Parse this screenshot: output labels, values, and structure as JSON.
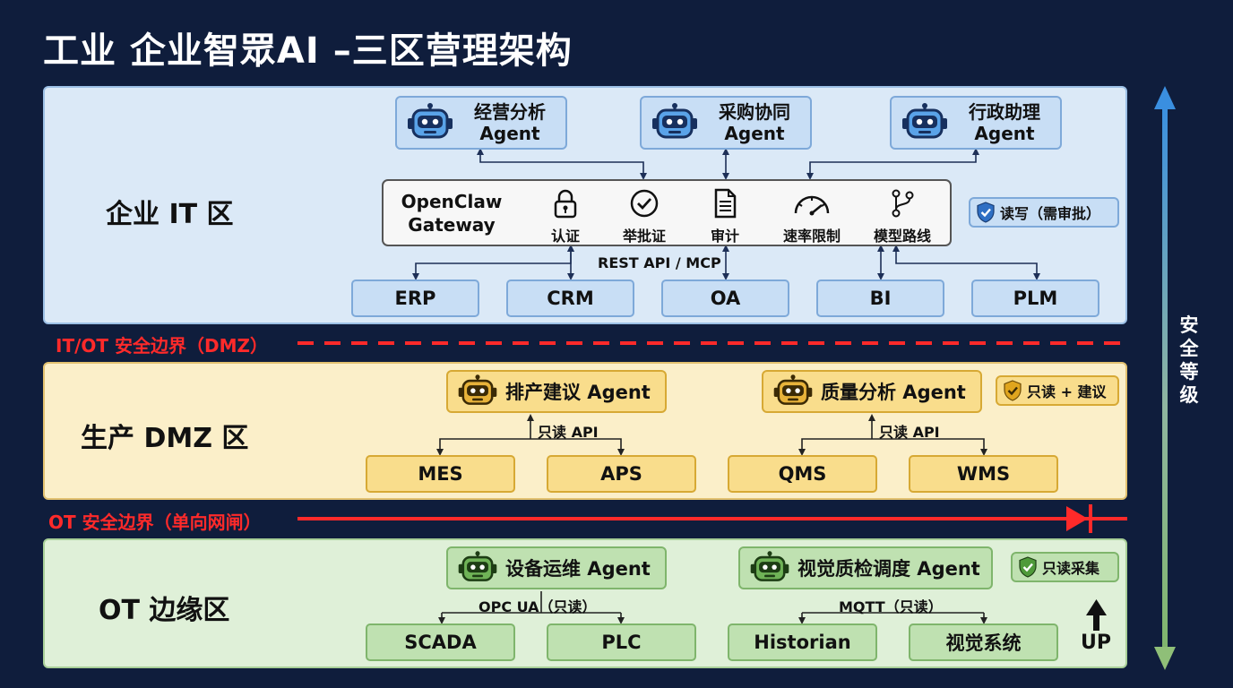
{
  "title": "工业 企业智眾AI –三区营理架构",
  "zones": {
    "it": {
      "label": "企业 IT 区",
      "badge": "读写（需审批）"
    },
    "dmz": {
      "label": "生产 DMZ 区",
      "badge": "只读 + 建议"
    },
    "ot": {
      "label": "OT 边缘区",
      "badge": "只读采集"
    }
  },
  "it_agents": [
    {
      "line1": "经营分析",
      "line2": "Agent"
    },
    {
      "line1": "采购协同",
      "line2": "Agent"
    },
    {
      "line1": "行政助理",
      "line2": "Agent"
    }
  ],
  "gateway": {
    "name_line1": "OpenClaw",
    "name_line2": "Gateway",
    "features": [
      {
        "label": "认证",
        "icon": "lock-icon"
      },
      {
        "label": "举批证",
        "icon": "check-circle-icon"
      },
      {
        "label": "审计",
        "icon": "document-icon"
      },
      {
        "label": "速率限制",
        "icon": "speedometer-icon"
      },
      {
        "label": "模型路线",
        "icon": "branch-icon"
      }
    ]
  },
  "it_connection": "REST API / MCP",
  "it_systems": [
    "ERP",
    "CRM",
    "OA",
    "BI",
    "PLM"
  ],
  "boundary1": "IT/OT 安全边界（DMZ）",
  "dmz_agents": [
    "排产建议 Agent",
    "质量分析 Agent"
  ],
  "dmz_connections": [
    "只读 API",
    "只读 API"
  ],
  "dmz_systems": [
    "MES",
    "APS",
    "QMS",
    "WMS"
  ],
  "boundary2": "OT 安全边界（单向网闸）",
  "ot_agents": [
    "设备运维 Agent",
    "视觉质检调度 Agent"
  ],
  "ot_connections": [
    "OPC UA（只读）",
    "MQTT（只读）"
  ],
  "ot_systems": [
    "SCADA",
    "PLC",
    "Historian",
    "视觉系统"
  ],
  "up_label": "UP",
  "side_label": "安全等级",
  "colors": {
    "background": "#0f1d3c",
    "boundary_red": "#ff2a2a",
    "it_zone": "#dbe9f7",
    "dmz_zone": "#fbefc9",
    "ot_zone": "#dff0d8"
  }
}
